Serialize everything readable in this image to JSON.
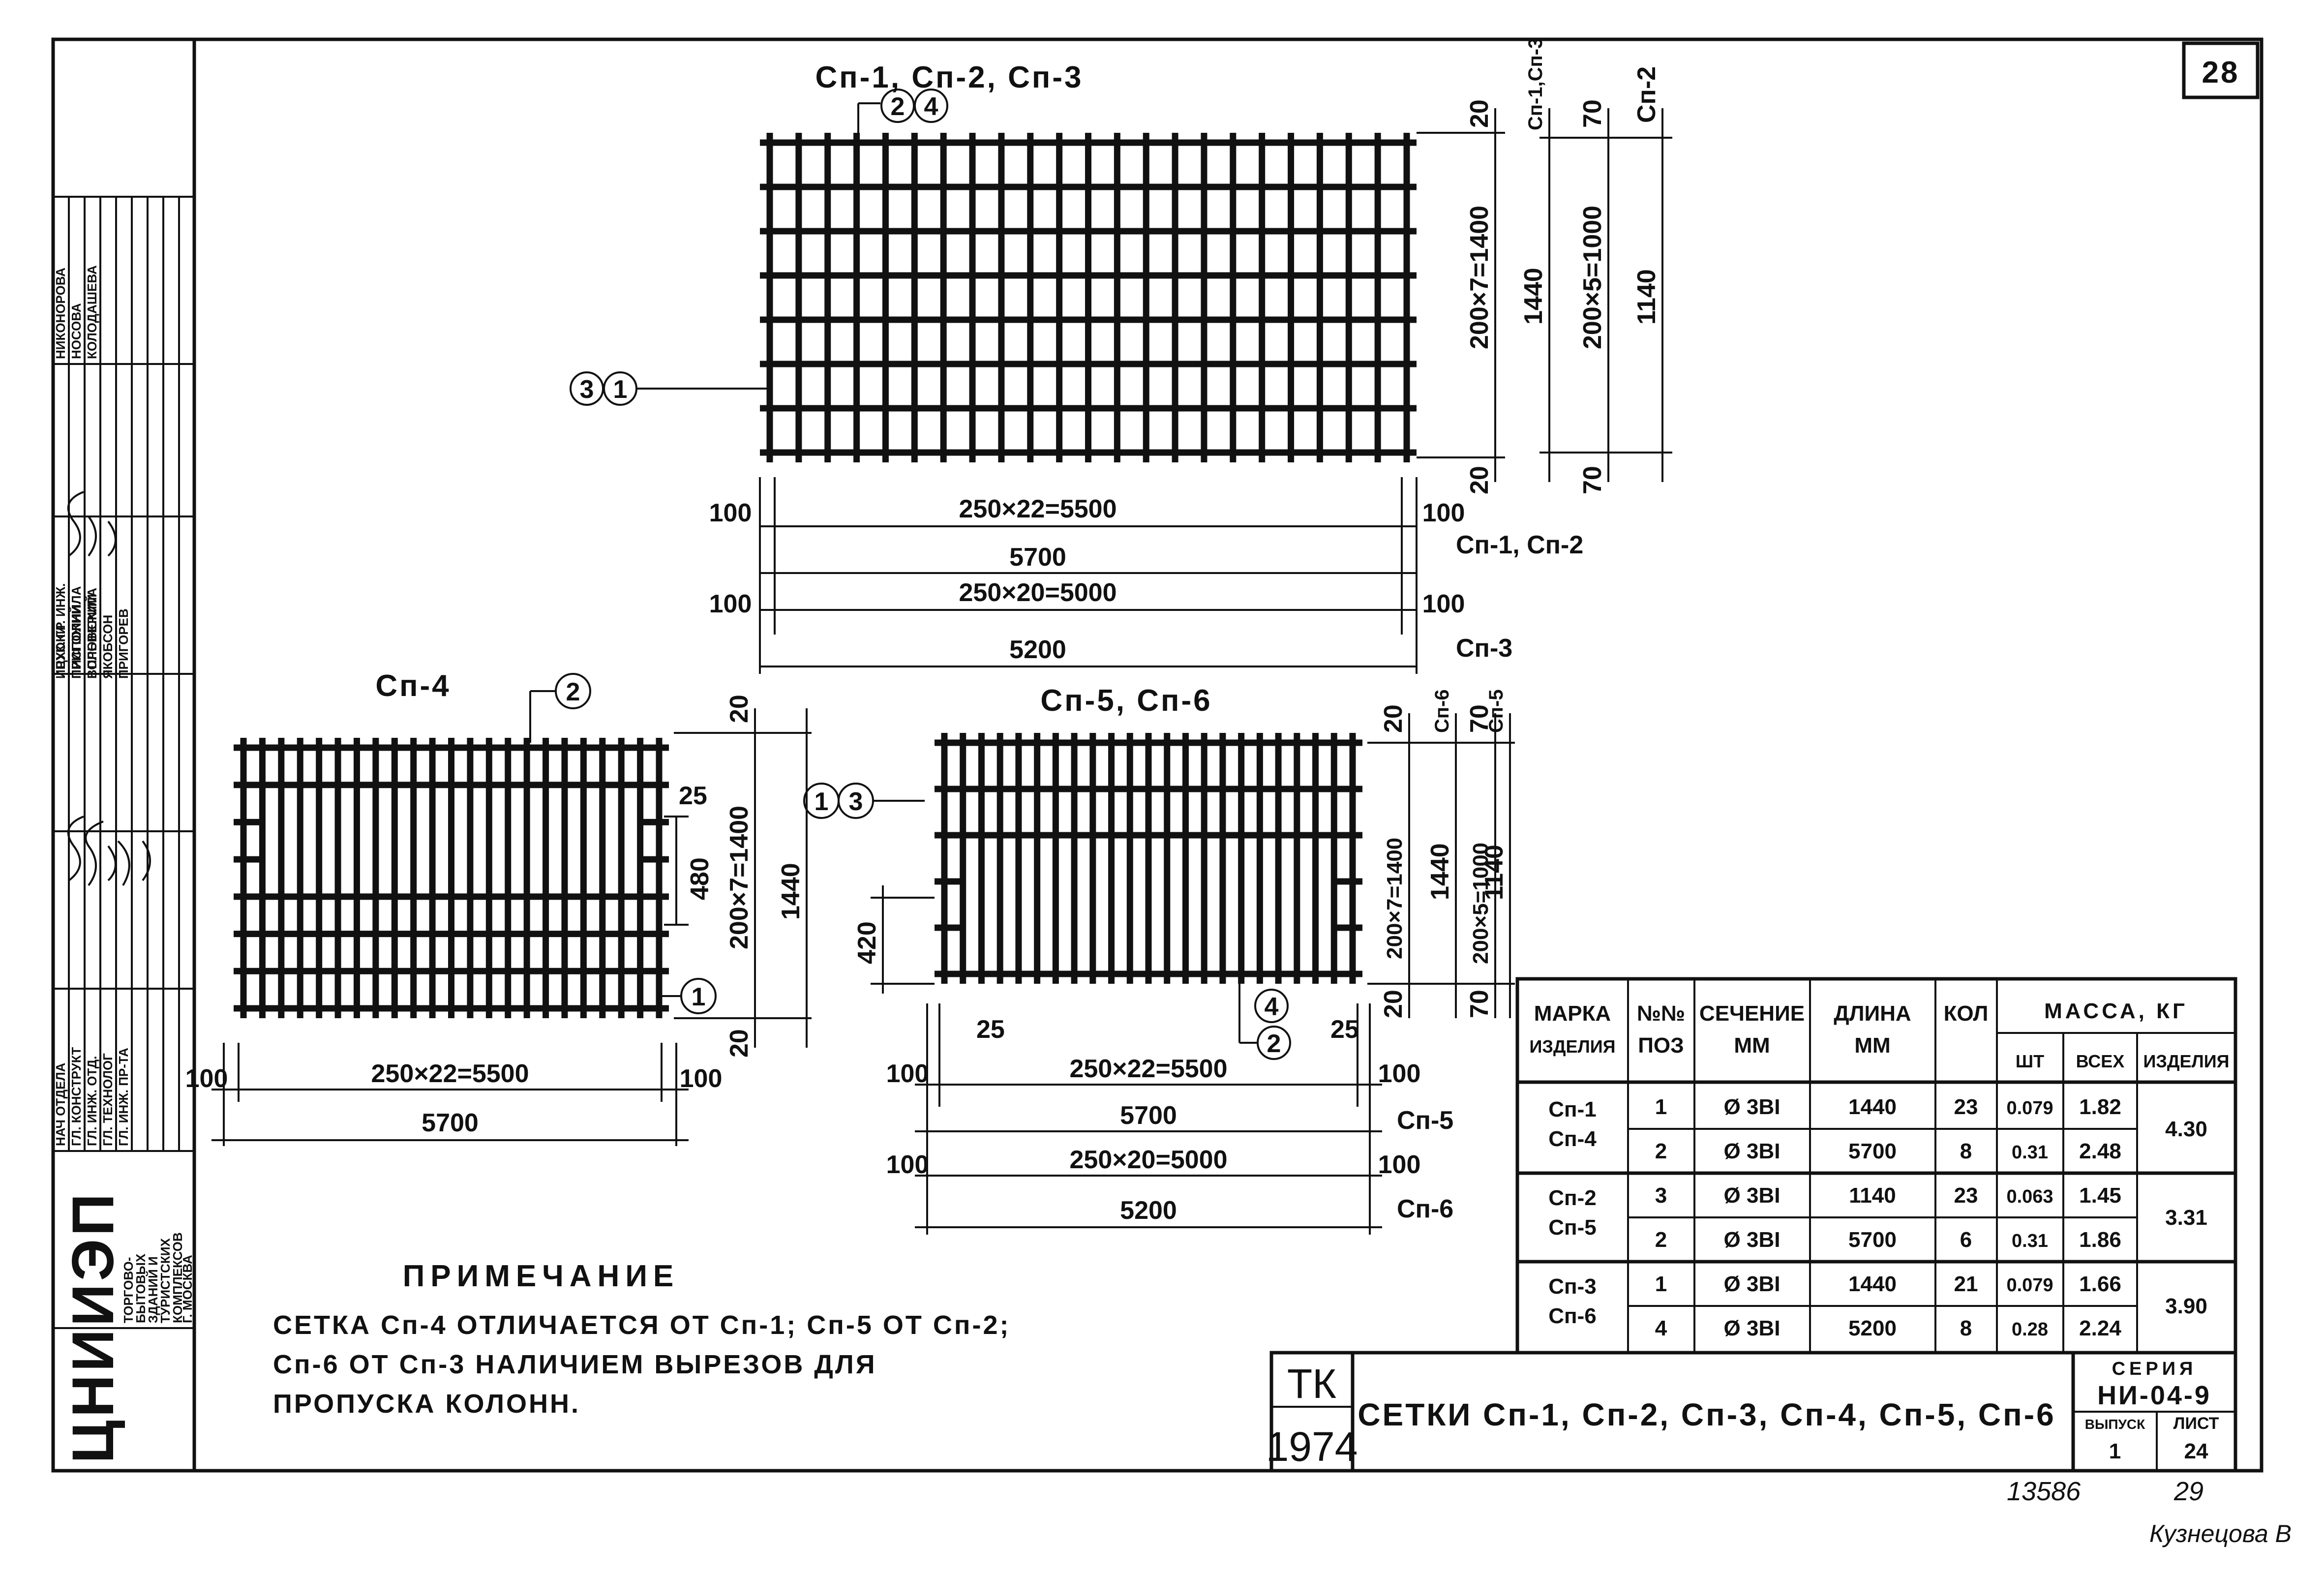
{
  "sheet": {
    "number": "28",
    "series_label": "СЕРИЯ",
    "series_value": "НИ-04-9",
    "issue_label": "ВЫПУСК",
    "issue_value": "1",
    "sheet_label": "ЛИСТ",
    "sheet_value": "24",
    "tk": "ТК",
    "year": "1974",
    "title": "СЕТКИ Сп-1, Сп-2, Сп-3, Сп-4, Сп-5, Сп-6",
    "inventory": "13586",
    "copy_no": "29",
    "copier": "Кузнецова В",
    "institute": "ЦНИИЭП",
    "institute_desc": [
      "ТОРГОВО-",
      "БЫТОВЫХ",
      "ЗДАНИЙ И",
      "ТУРИСТСКИХ",
      "КОМПЛЕКСОВ",
      "Г. МОСКВА"
    ]
  },
  "staff": [
    {
      "role": "НАЧ ОТДЕЛА",
      "name": "ИЦХОКИ"
    },
    {
      "role": "ГЛ. КОНСТРУКТ",
      "name": "ПРИГОЖИЙ"
    },
    {
      "role": "ГЛ. ИНЖ. ОТД.",
      "name": "ВОЛЫНСКИЙ"
    },
    {
      "role": "ГЛ. ТЕХНОЛОГ",
      "name": "ЯКОБСОН"
    },
    {
      "role": "ГЛ. ИНЖ. ПР-ТА",
      "name": "ПРИГОРЕВ"
    },
    {
      "role": "РУК. ГР. ИНЖ.",
      "name": "НИКОНОРОВА"
    },
    {
      "role": "ИСПОЛНИЛА",
      "name": "НОСОВА"
    },
    {
      "role": "ПРОВЕРИЛА",
      "name": "КОЛОДАШЕВА"
    }
  ],
  "mesh_top": {
    "title": "Сп-1, Сп-2, Сп-3",
    "callout_top": [
      "2",
      "4"
    ],
    "callout_left": [
      "3",
      "1"
    ],
    "dim_side_left": "100",
    "dim_side_right": "100",
    "dim_row1": "250×22=5500",
    "dim_row2": "5700",
    "dim_row3": "250×20=5000",
    "dim_row4": "5200",
    "label_row": "Сп-1, Сп-2",
    "label_row_b": "Сп-3",
    "v_top_1": "20",
    "v_bot_1": "20",
    "v_top_2": "70",
    "v_bot_2": "70",
    "v_a": "200×7=1400",
    "v_b": "1440",
    "v_c": "200×5=1000",
    "v_d": "1140",
    "v_lbl_1": "Сп-1,Сп-3",
    "v_lbl_2": "Сп-2"
  },
  "mesh_4": {
    "title": "Сп-4",
    "callout_top": "2",
    "callout_right": "1",
    "dim_side_left": "100",
    "dim_side_right": "100",
    "dim_row1": "250×22=5500",
    "dim_row2": "5700",
    "v_top": "20",
    "v_bot": "20",
    "v_25": "25",
    "v_480": "480",
    "v_a": "200×7=1400",
    "v_b": "1440"
  },
  "mesh_56": {
    "title": "Сп-5, Сп-6",
    "callout_left": [
      "1",
      "3"
    ],
    "callout_bottom": [
      "4",
      "2"
    ],
    "dim_25_l": "25",
    "dim_25_r": "25",
    "dim_side_left": "100",
    "dim_side_right": "100",
    "dim_row1": "250×22=5500",
    "dim_row2": "5700",
    "dim_row3": "250×20=5000",
    "dim_row4": "5200",
    "lbl_row2": "Сп-5",
    "lbl_row4": "Сп-6",
    "v_420": "420",
    "v_top_1": "20",
    "v_bot_1": "20",
    "v_top_2": "70",
    "v_bot_2": "70",
    "v_a": "200×7=1400",
    "v_b": "1440",
    "v_c": "200×5=1000",
    "v_d": "1140",
    "v_lbl_1": "Сп-6",
    "v_lbl_2": "Сп-5"
  },
  "note": {
    "heading": "ПРИМЕЧАНИЕ",
    "lines": [
      "СЕТКА Сп-4 ОТЛИЧАЕТСЯ ОТ Сп-1; Сп-5 ОТ Сп-2;",
      "Сп-6 ОТ Сп-3 НАЛИЧИЕМ ВЫРЕЗОВ ДЛЯ",
      "ПРОПУСКА КОЛОНН."
    ]
  },
  "spec": {
    "headers": {
      "mark": [
        "МАРКА",
        "ИЗДЕЛИЯ"
      ],
      "pos": [
        "№№",
        "ПОЗ"
      ],
      "section": [
        "СЕЧЕНИЕ",
        "ММ"
      ],
      "length": [
        "ДЛИНА",
        "ММ"
      ],
      "qty": "КОЛ",
      "mass": "МАССА, КГ",
      "mass_unit": "ШТ",
      "mass_all": "ВСЕХ",
      "mass_item": "ИЗДЕЛИЯ"
    },
    "groups": [
      {
        "marks": [
          "Сп-1",
          "Сп-4"
        ],
        "total": "4.30",
        "rows": [
          {
            "pos": "1",
            "section": "Ø 3ВI",
            "length": "1440",
            "qty": "23",
            "unit": "0.079",
            "all": "1.82"
          },
          {
            "pos": "2",
            "section": "Ø 3ВI",
            "length": "5700",
            "qty": "8",
            "unit": "0.31",
            "all": "2.48"
          }
        ]
      },
      {
        "marks": [
          "Сп-2",
          "Сп-5"
        ],
        "total": "3.31",
        "rows": [
          {
            "pos": "3",
            "section": "Ø 3ВI",
            "length": "1140",
            "qty": "23",
            "unit": "0.063",
            "all": "1.45"
          },
          {
            "pos": "2",
            "section": "Ø 3ВI",
            "length": "5700",
            "qty": "6",
            "unit": "0.31",
            "all": "1.86"
          }
        ]
      },
      {
        "marks": [
          "Сп-3",
          "Сп-6"
        ],
        "total": "3.90",
        "rows": [
          {
            "pos": "1",
            "section": "Ø 3ВI",
            "length": "1440",
            "qty": "21",
            "unit": "0.079",
            "all": "1.66"
          },
          {
            "pos": "4",
            "section": "Ø 3ВI",
            "length": "5200",
            "qty": "8",
            "unit": "0.28",
            "all": "2.24"
          }
        ]
      }
    ]
  }
}
